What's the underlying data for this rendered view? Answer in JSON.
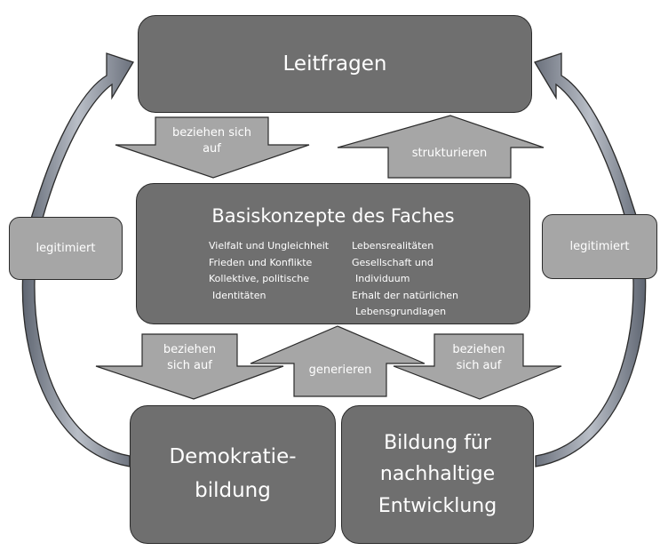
{
  "nodes": {
    "leitfragen": "Leitfragen",
    "basiskonzepte": {
      "title": "Basiskonzepte des Faches",
      "left_items": [
        "Vielfalt und Ungleichheit",
        "Frieden und Konflikte",
        "Kollektive, politische",
        "Identitäten"
      ],
      "right_items": [
        "Lebensrealitäten",
        "Gesellschaft und",
        "Individuum",
        "Erhalt der natürlichen",
        "Lebensgrundlagen"
      ]
    },
    "demokratie": [
      "Demokratie-",
      "bildung"
    ],
    "bne": [
      "Bildung für",
      "nachhaltige",
      "Entwicklung"
    ],
    "legit_left": "legitimiert",
    "legit_right": "legitimiert"
  },
  "arrows": {
    "beziehen_top": [
      "beziehen sich",
      "auf"
    ],
    "strukturieren": "strukturieren",
    "beziehen_left": [
      "beziehen",
      "sich auf"
    ],
    "generieren": "generieren",
    "beziehen_right": [
      "beziehen",
      "sich auf"
    ]
  },
  "colors": {
    "dark_box": "#6f6f6f",
    "light_box": "#a6a6a6",
    "arrow": "#a6a6a6",
    "outline": "#2b2b2b"
  }
}
